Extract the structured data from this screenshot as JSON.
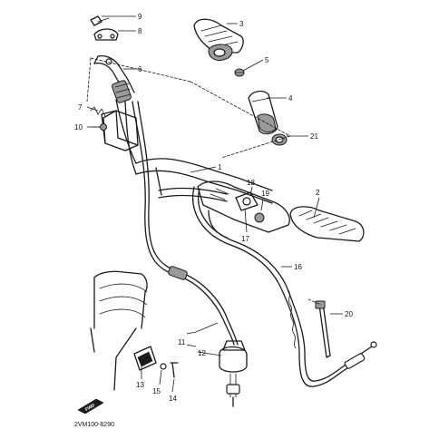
{
  "diagram": {
    "part_code": "2VM100-8290",
    "badge_text": "FWD",
    "callouts": [
      "1",
      "2",
      "3",
      "4",
      "5",
      "6",
      "7",
      "8",
      "9",
      "10",
      "11",
      "12",
      "13",
      "14",
      "15",
      "16",
      "17",
      "18",
      "19",
      "20",
      "21"
    ]
  }
}
